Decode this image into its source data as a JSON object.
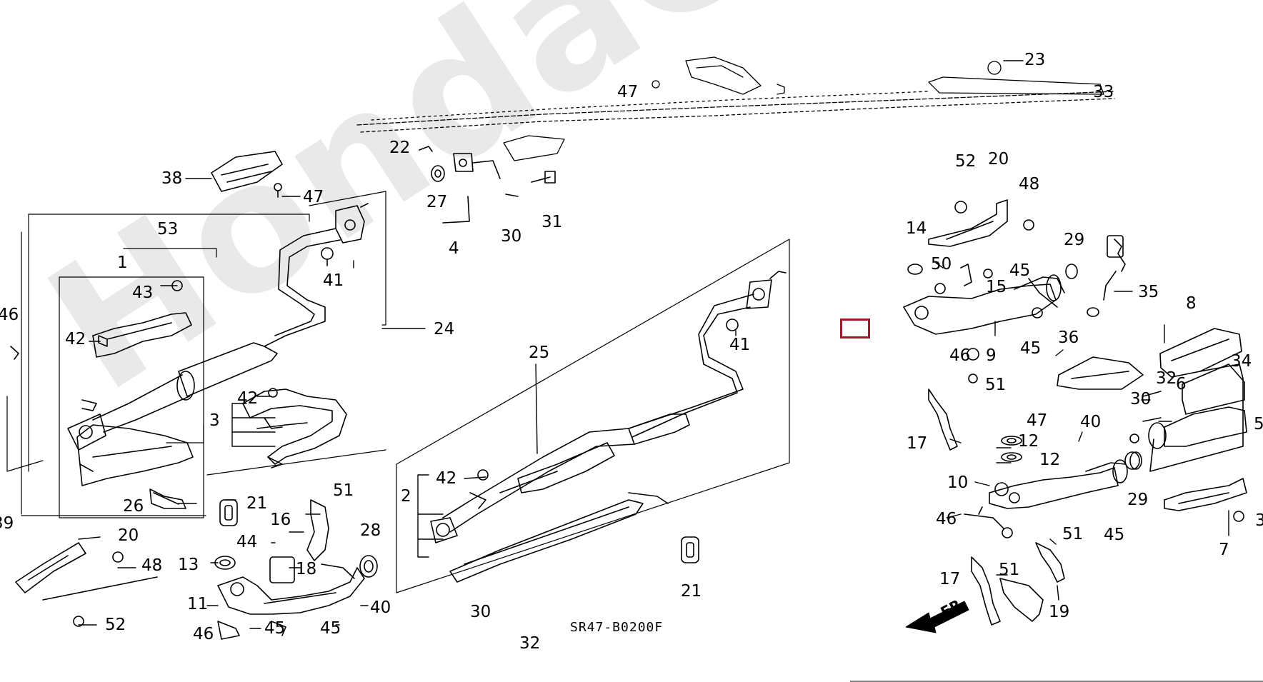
{
  "watermark": "HondaCarMine.ru",
  "diagram_code": "SR47-B0200F",
  "direction_arrow_label": "FR.",
  "colors": {
    "line": "#000000",
    "watermark": "#e9e9e9",
    "selection_box": "#a1192d"
  },
  "callouts": [
    "23",
    "47",
    "33",
    "22",
    "27",
    "4",
    "30",
    "31",
    "38",
    "47",
    "53",
    "1",
    "43",
    "42",
    "46",
    "24",
    "41",
    "3",
    "42",
    "26",
    "21",
    "51",
    "16",
    "44",
    "18",
    "28",
    "13",
    "11",
    "40",
    "45",
    "46",
    "45",
    "20",
    "48",
    "52",
    "25",
    "41",
    "42",
    "2",
    "21",
    "30",
    "32",
    "52",
    "20",
    "48",
    "14",
    "50",
    "45",
    "15",
    "29",
    "35",
    "8",
    "9",
    "45",
    "46",
    "36",
    "51",
    "34",
    "32",
    "6",
    "30",
    "47",
    "40",
    "17",
    "12",
    "12",
    "5",
    "10",
    "29",
    "46",
    "51",
    "45",
    "51",
    "17",
    "19",
    "7",
    "39",
    "3"
  ]
}
